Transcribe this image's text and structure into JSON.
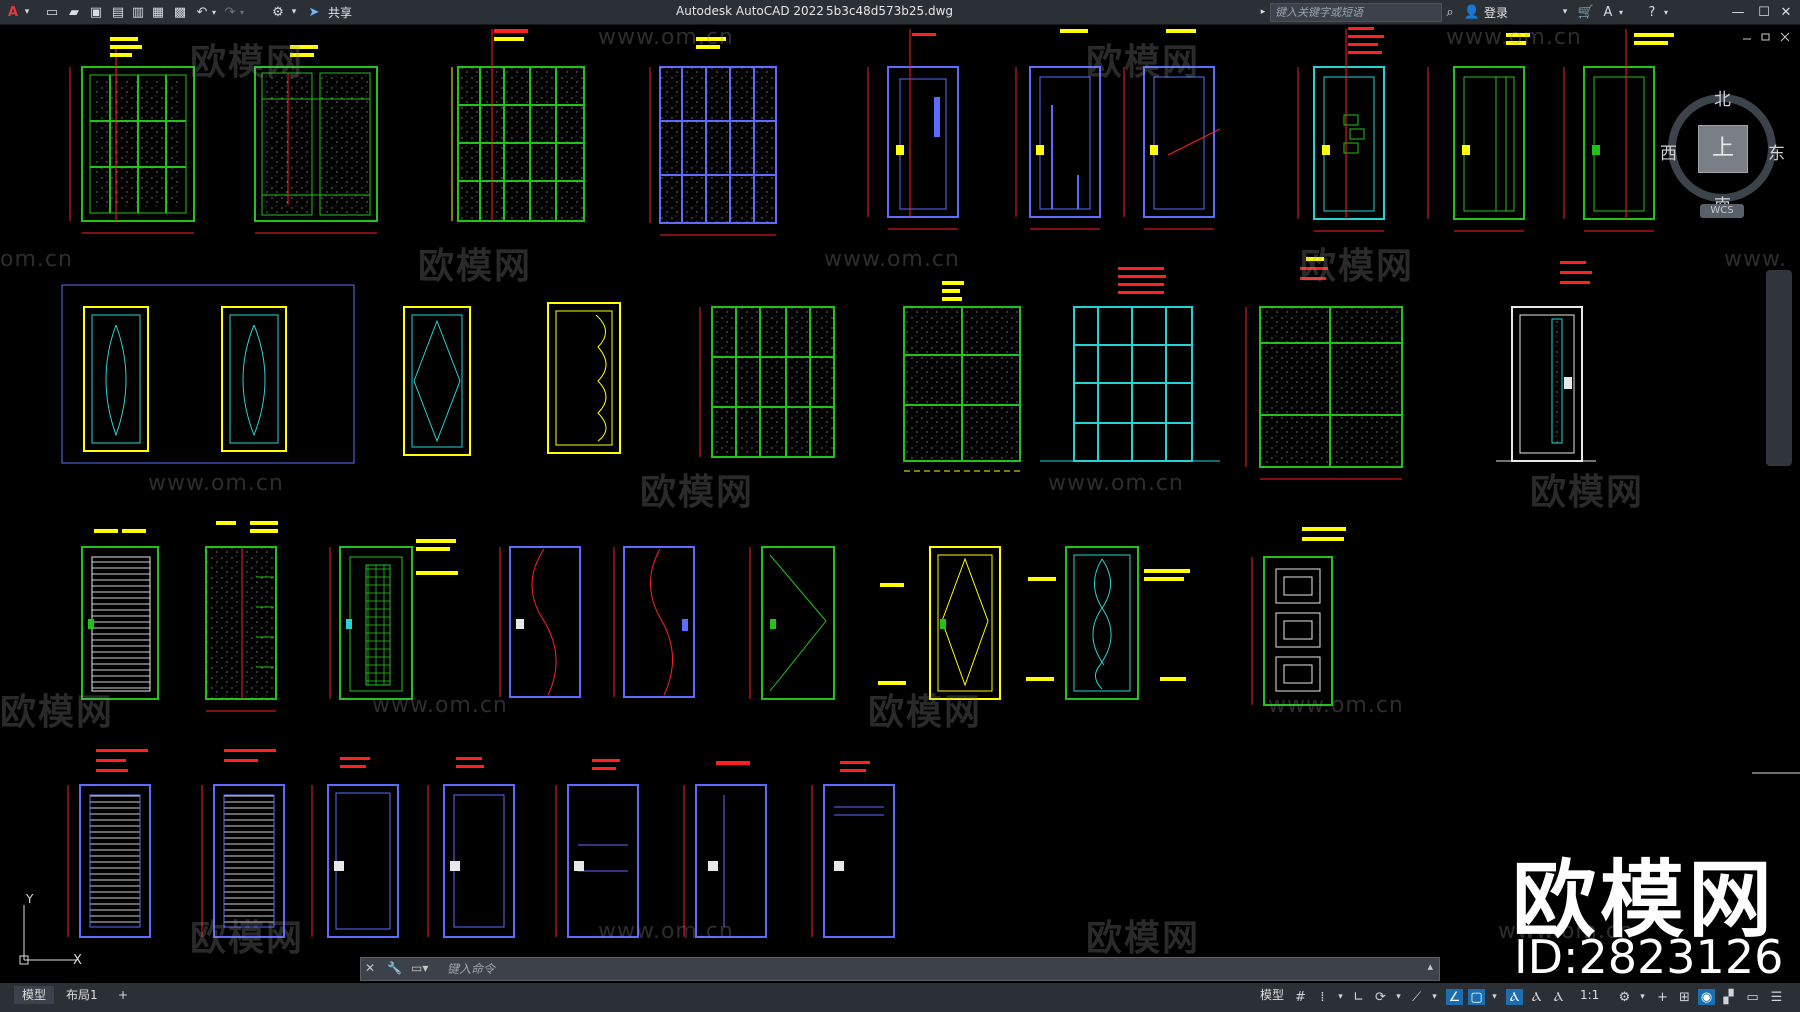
{
  "titlebar": {
    "app_title": "Autodesk AutoCAD 2022",
    "file_name": "5b3c48d573b25.dwg",
    "share_label": "共享",
    "search_placeholder": "键入关键字或短语",
    "login_label": "登录"
  },
  "viewcube": {
    "north": "北",
    "south": "南",
    "east": "东",
    "west": "西",
    "face": "上",
    "wcs": "WCS"
  },
  "watermark": {
    "text": "欧模网",
    "url": "www.om.cn",
    "partial_url": "om.cn",
    "partial_url_right": "www."
  },
  "brand": {
    "name": "欧模网",
    "id_label": "ID:2823126"
  },
  "ucs": {
    "y_label": "Y",
    "x_label": "X"
  },
  "command": {
    "placeholder": "键入命令"
  },
  "tabs": {
    "model": "模型",
    "layout1": "布局1",
    "add": "+"
  },
  "status": {
    "model": "模型",
    "scale": "1:1"
  },
  "colors": {
    "green": "#22c21b",
    "yellow": "#ffff00",
    "red": "#ff2020",
    "cyan": "#25d3d3",
    "blue": "#5b6cff",
    "white": "#e8e8e8",
    "bg": "#000000"
  }
}
